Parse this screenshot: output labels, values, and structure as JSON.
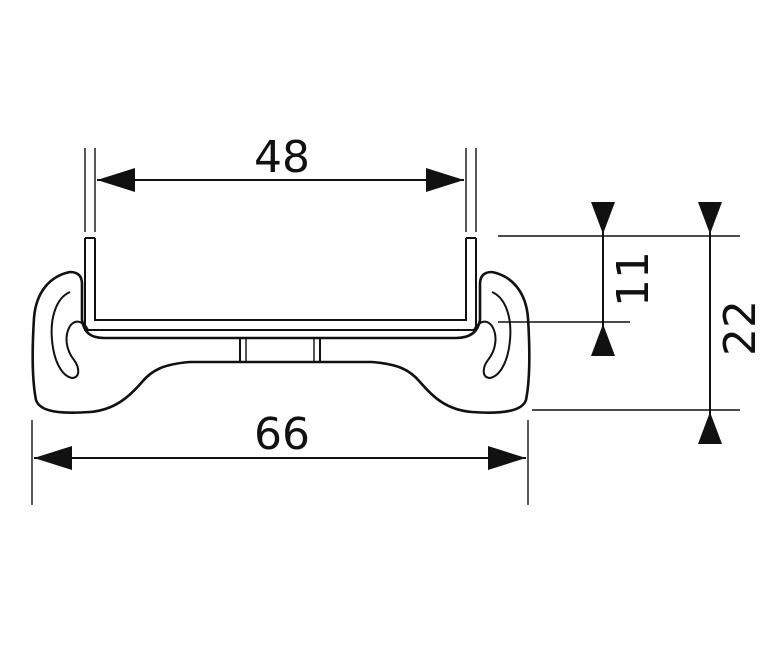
{
  "dimensions": {
    "top_width": "48",
    "overall_width": "66",
    "insert_height": "11",
    "total_height": "22"
  },
  "colors": {
    "line": "#111111",
    "background": "#ffffff"
  }
}
